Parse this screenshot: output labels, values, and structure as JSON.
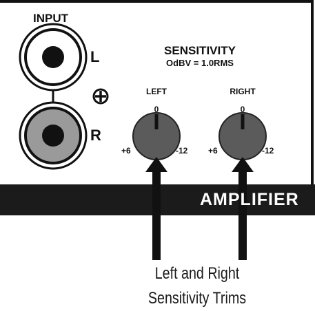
{
  "input": {
    "title": "INPUT",
    "left_label": "L",
    "right_label": "R"
  },
  "sensitivity": {
    "title": "SENSITIVITY",
    "reference": "OdBV = 1.0RMS"
  },
  "knobs": [
    {
      "label": "LEFT",
      "top_mark": "0",
      "left_mark": "+6",
      "right_mark": "-12"
    },
    {
      "label": "RIGHT",
      "top_mark": "0",
      "left_mark": "+6",
      "right_mark": "-12"
    }
  ],
  "footer": {
    "label": "AMPLIFIER"
  },
  "caption": {
    "line1": "Left and Right",
    "line2": "Sensitivity Trims"
  },
  "colors": {
    "panel": "#ffffff",
    "outline": "#111111",
    "footer_band": "#1b1b1b",
    "footer_text": "#ffffff",
    "knob": "#5b5b5b",
    "jack_right_ring": "#9a9a9a"
  },
  "icons": {
    "ground_symbol": "plus-circle-icon"
  }
}
